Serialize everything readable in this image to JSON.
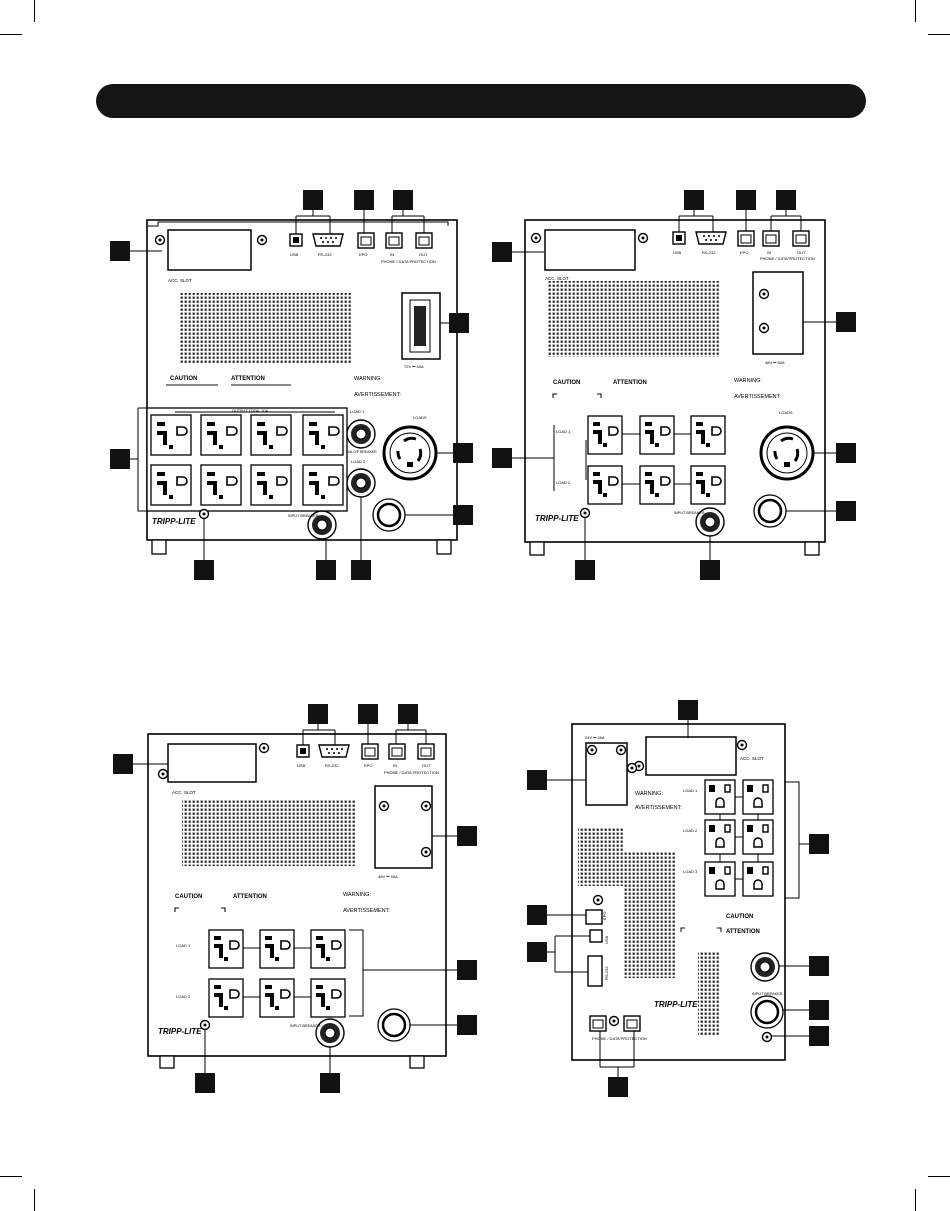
{
  "brand": "TRIPP-LITE",
  "panel_text": {
    "acc_slot": "ACC. SLOT",
    "usb": "USB",
    "rs232": "RS-232",
    "epo": "EPO",
    "in": "IN",
    "out": "OUT",
    "phone_data": "PHONE / DATA PROTECTION",
    "caution": "CAUTION",
    "attention": "ATTENTION",
    "warning": "WARNING:",
    "avertissement": "AVERTISSEMENT:",
    "load1": "LOAD 1",
    "load2": "LOAD 2",
    "load3": "LOAD 3",
    "loads": "LOADS",
    "input_breaker": "INPUT BREAKER",
    "output_total": "OUTPUT TOTAL 20A",
    "dc_72v": "72V ⎓ 40A",
    "dc_48v": "48V ⎓ 40A",
    "dc_24v": "24V ⎓ 40A",
    "breaker_20a": "20A O/P BREAKER"
  }
}
